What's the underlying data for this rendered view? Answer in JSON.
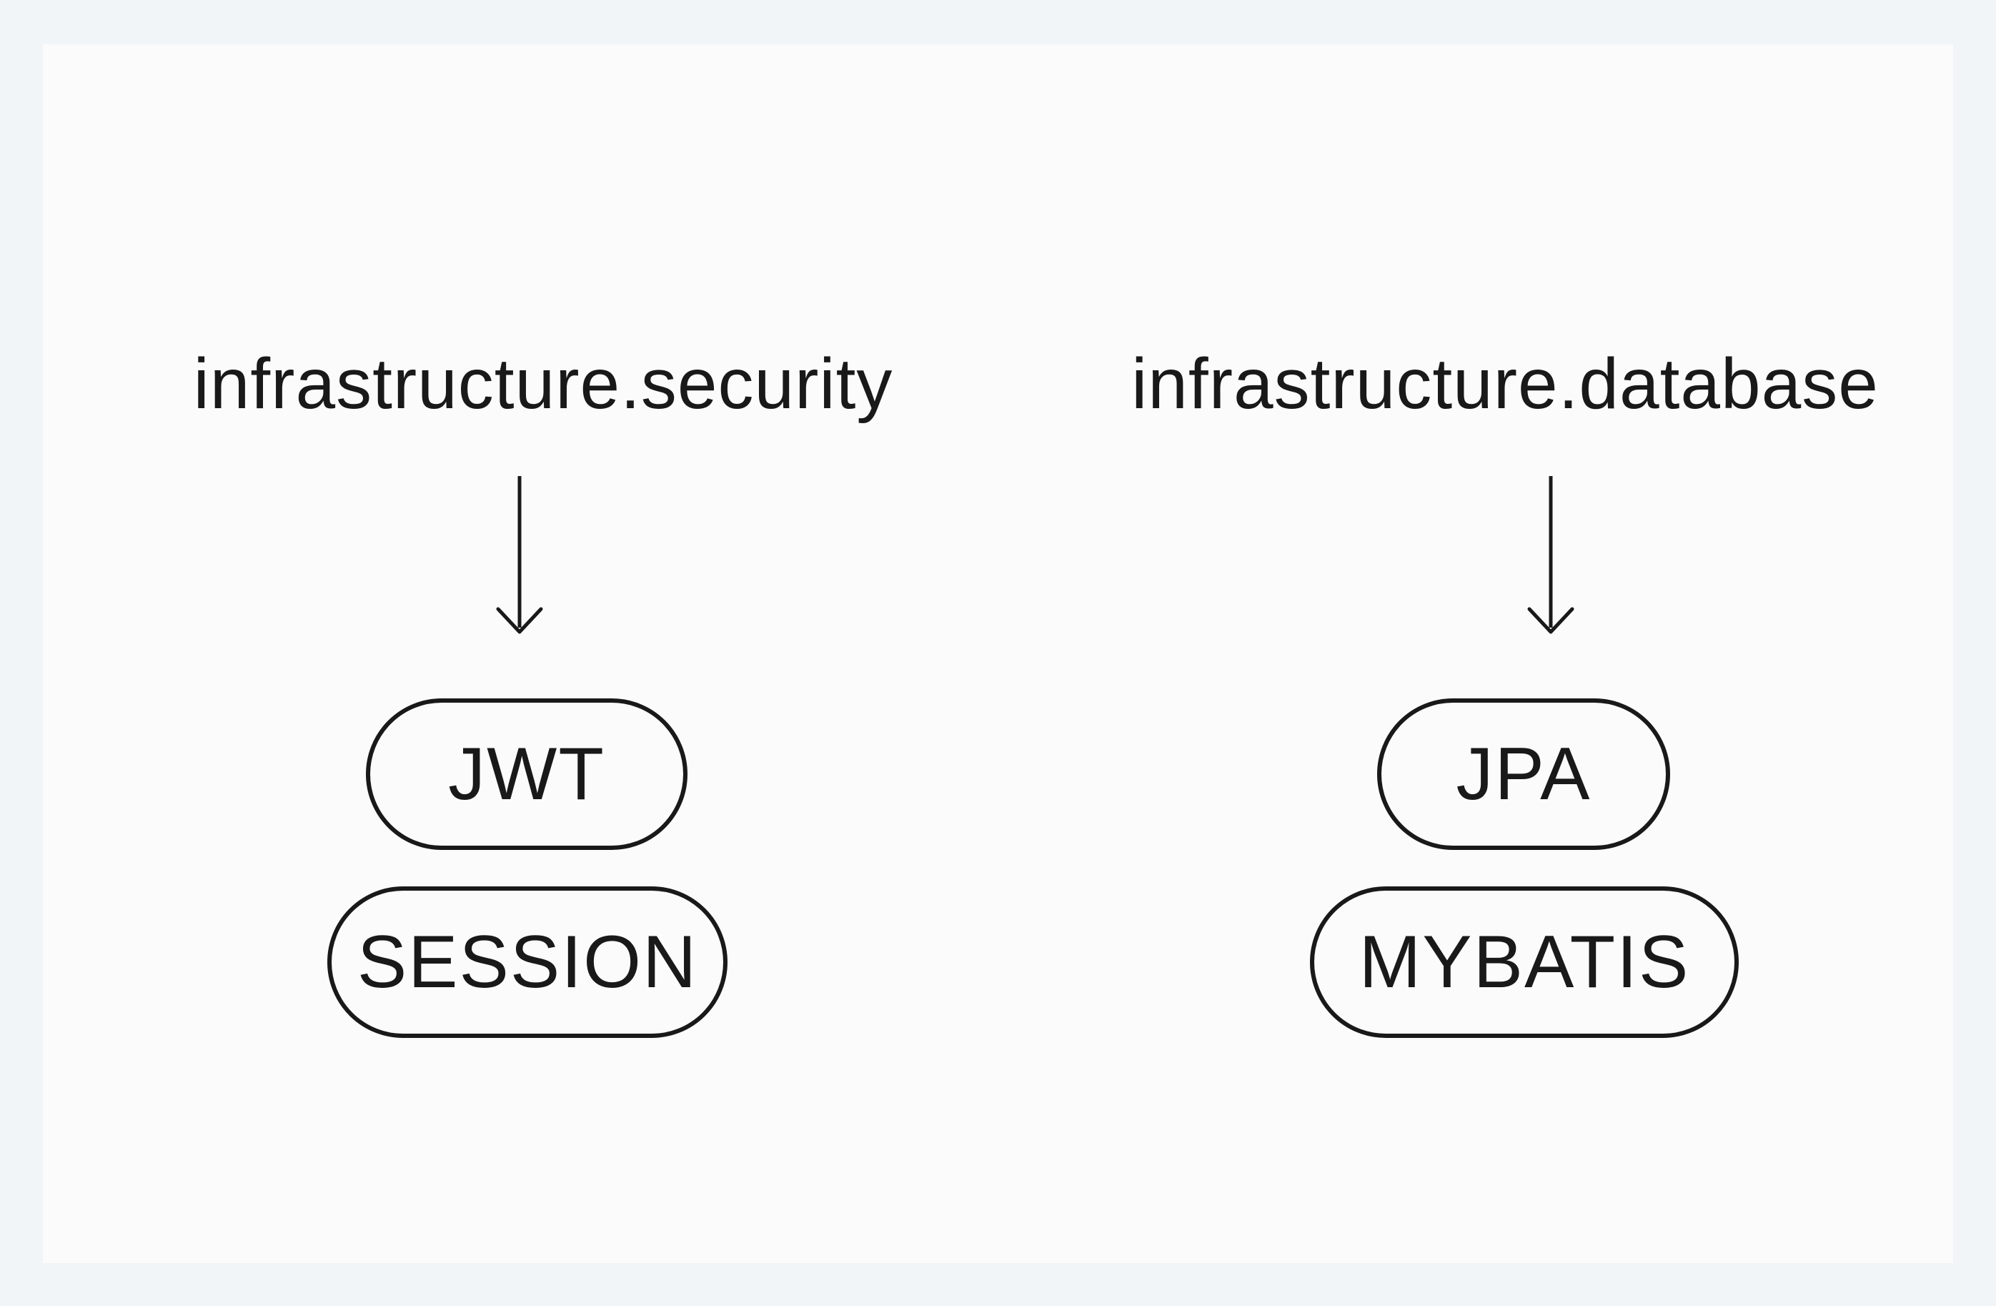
{
  "colors": {
    "bg": "#f1f5f8",
    "panel": "#fbfbfb",
    "ink": "#191919"
  },
  "groups": [
    {
      "label": "infrastructure.security",
      "nodes": [
        {
          "label": "JWT"
        },
        {
          "label": "SESSION"
        }
      ]
    },
    {
      "label": "infrastructure.database",
      "nodes": [
        {
          "label": "JPA"
        },
        {
          "label": "MYBATIS"
        }
      ]
    }
  ]
}
